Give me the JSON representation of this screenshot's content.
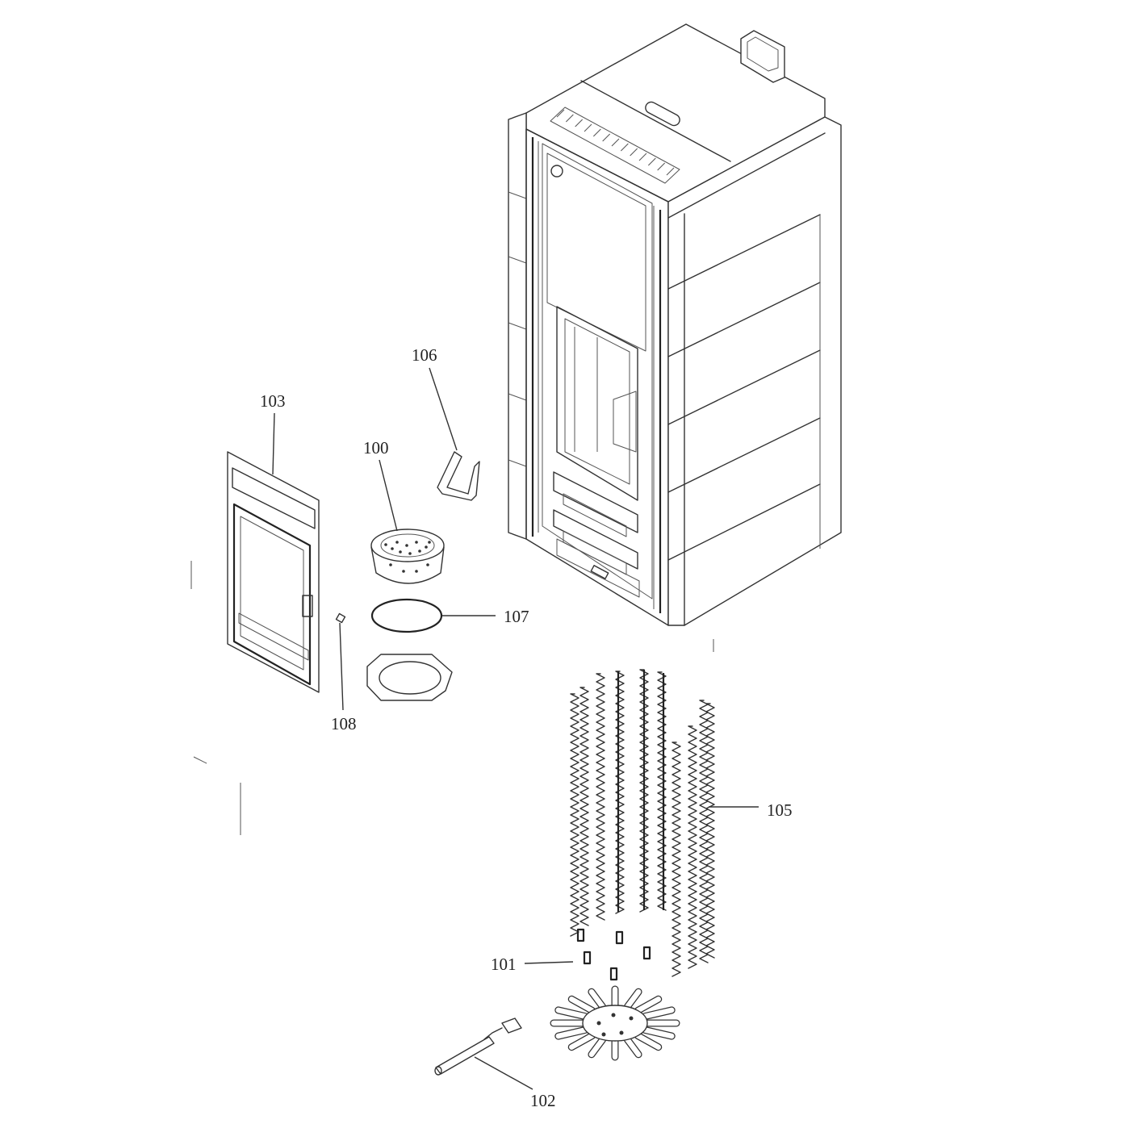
{
  "diagram": {
    "labels": {
      "p100": "100",
      "p101": "101",
      "p102": "102",
      "p103": "103",
      "p105": "105",
      "p106": "106",
      "p107": "107",
      "p108": "108"
    }
  }
}
